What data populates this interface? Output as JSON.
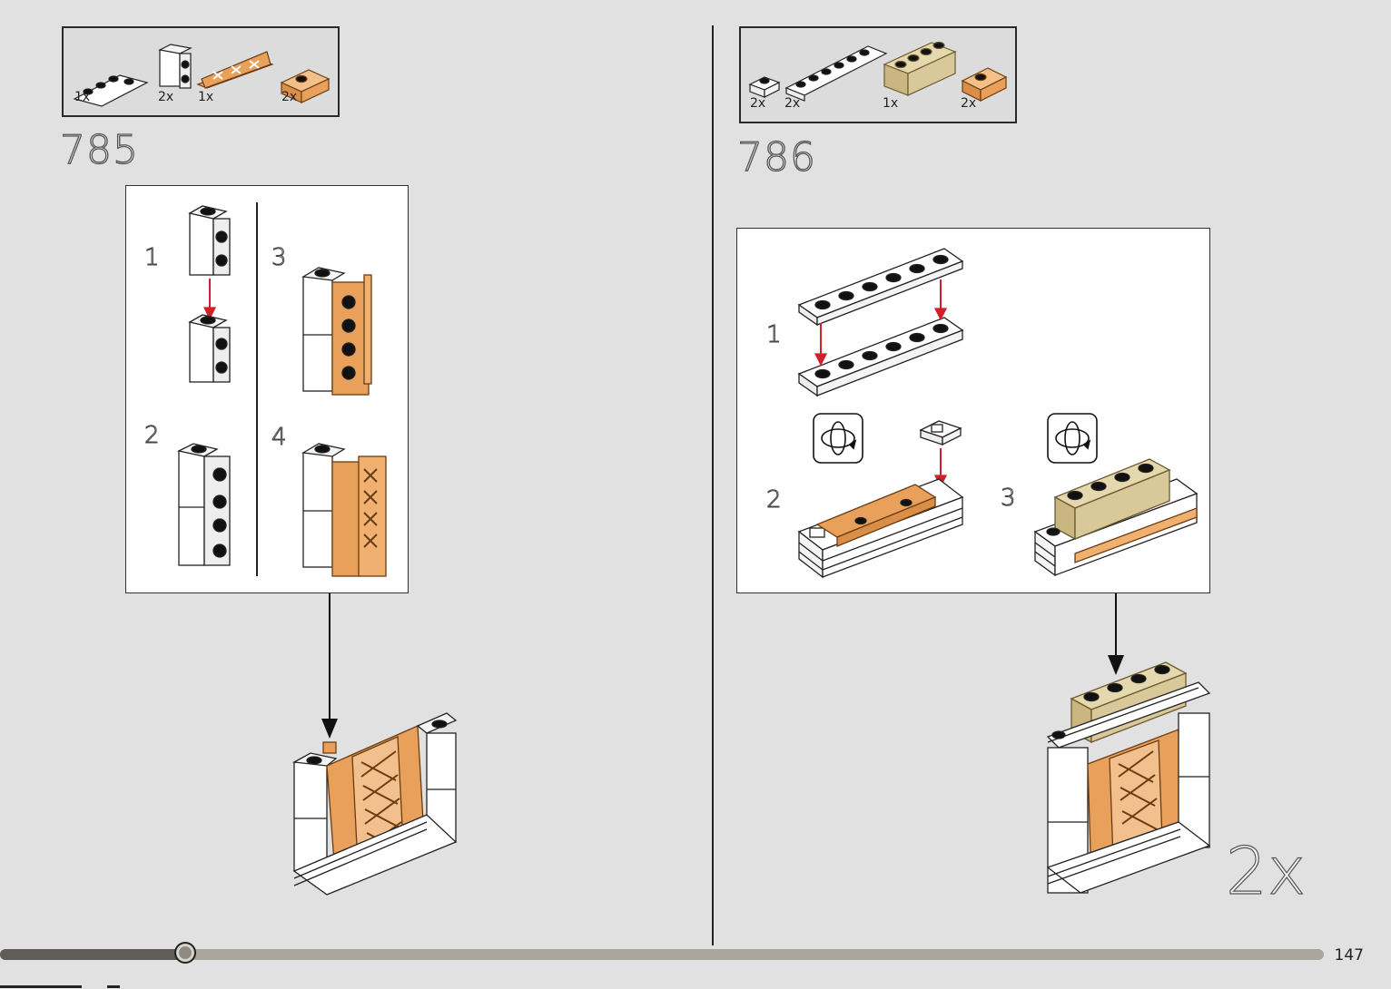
{
  "page": {
    "number": "147"
  },
  "steps": [
    {
      "number": "785",
      "parts": [
        {
          "qty": "1x",
          "name": "white-plate-1x4"
        },
        {
          "qty": "2x",
          "name": "white-brick-1x1-studs"
        },
        {
          "qty": "1x",
          "name": "orange-fence"
        },
        {
          "qty": "2x",
          "name": "orange-plate-clip"
        }
      ],
      "substeps": [
        "1",
        "2",
        "3",
        "4"
      ]
    },
    {
      "number": "786",
      "parts": [
        {
          "qty": "2x",
          "name": "white-tile-1x1"
        },
        {
          "qty": "2x",
          "name": "white-plate-1x6"
        },
        {
          "qty": "1x",
          "name": "tan-brick-1x4"
        },
        {
          "qty": "2x",
          "name": "orange-plate-clip"
        }
      ],
      "substeps": [
        "1",
        "2",
        "3"
      ],
      "multiplier": "2x"
    }
  ],
  "progress": {
    "fraction": 0.14
  },
  "colors": {
    "background": "#e1e1e1",
    "orange": "#e8a05a",
    "tan": "#d9c89a",
    "arrow_red": "#d0202a"
  },
  "icons": [
    "rotate-icon",
    "rotate-icon"
  ]
}
